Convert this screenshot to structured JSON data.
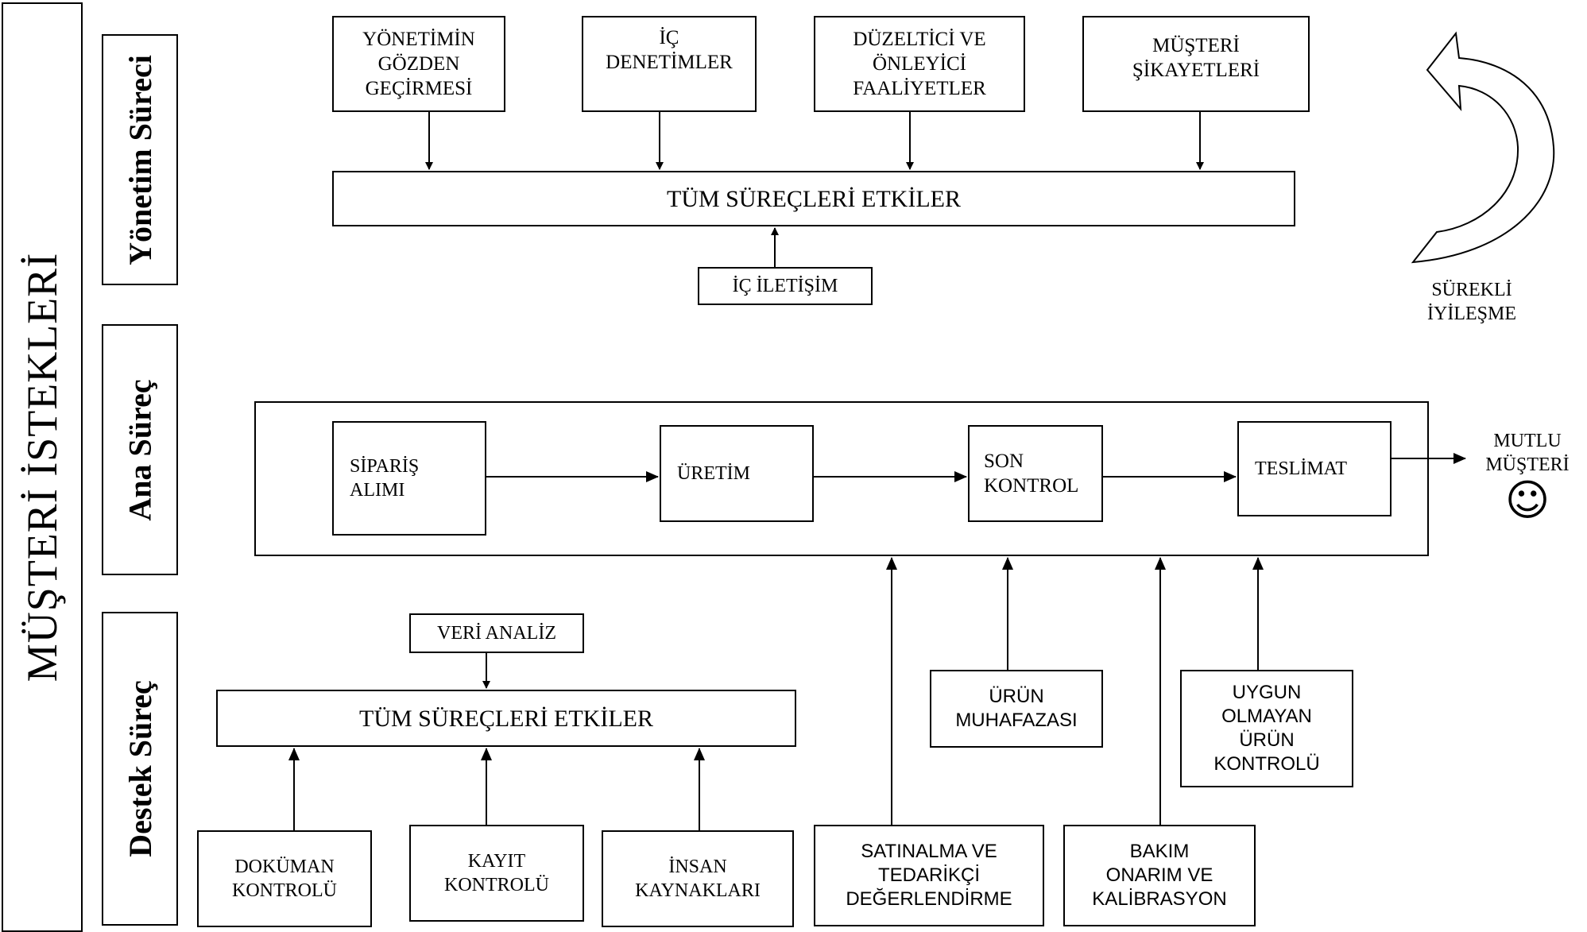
{
  "side_label": "MÜŞTERİ İSTEKLERİ",
  "sections": {
    "management": "Yönetim Süreci",
    "main": "Ana Süreç",
    "support": "Destek Süreç"
  },
  "management": {
    "inputs": [
      "YÖNETİMİN\nGÖZDEN\nGEÇİRMESİ",
      "İÇ\nDENETİMLER",
      "DÜZELTİCİ VE\nÖNLEYİCİ\nFAALİYETLER",
      "MÜŞTERİ\nŞİKAYETLERİ"
    ],
    "effect": "TÜM SÜREÇLERİ ETKİLER",
    "internal_comm": "İÇ İLETİŞİM"
  },
  "improvement": "SÜREKLİ\nİYİLEŞME",
  "main_process": {
    "steps": [
      "SİPARİŞ\nALIMI",
      "ÜRETİM",
      "SON\nKONTROL",
      "TESLİMAT"
    ],
    "output": "MUTLU\nMÜŞTERİ",
    "smiley": "☺"
  },
  "support": {
    "data_analysis": "VERİ ANALİZ",
    "effect": "TÜM SÜREÇLERİ ETKİLER",
    "inputs": [
      "DOKÜMAN\nKONTROLÜ",
      "KAYIT\nKONTROLÜ",
      "İNSAN\nKAYNAKLARI"
    ],
    "product_preservation": "ÜRÜN\nMUHAFAZASI",
    "nonconforming": "UYGUN\nOLMAYAN\nÜRÜN\nKONTROLÜ",
    "purchasing": "SATINALMA VE\nTEDARİKÇİ\nDEĞERLENDİRME",
    "maintenance": "BAKIM\nONARIM VE\nKALİBRASYON"
  },
  "colors": {
    "stroke": "#000000",
    "background": "#ffffff"
  }
}
